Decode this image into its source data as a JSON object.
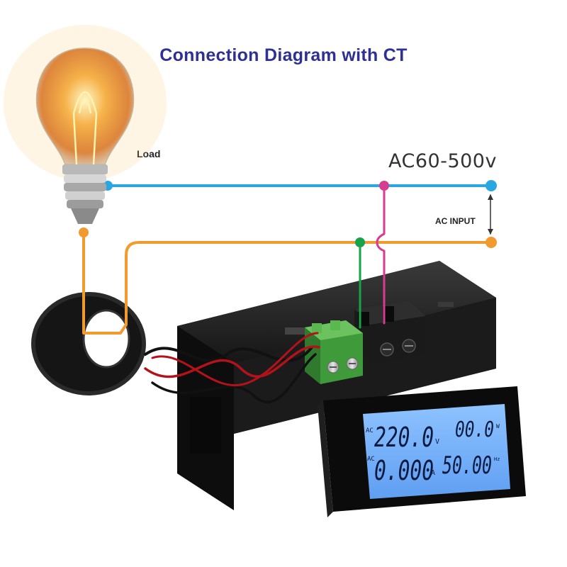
{
  "diagram": {
    "title": "Connection Diagram with CT",
    "load_label": "Load",
    "voltage_range": "AC60-500v",
    "ac_input_label": "AC INPUT"
  },
  "meter_display": {
    "row1": {
      "prefix": "AC",
      "value_left": "220.0",
      "unit_left": "V",
      "value_right": "00.0",
      "unit_right": "W"
    },
    "row2": {
      "prefix": "AC",
      "value_left": "0.000",
      "unit_left": "A",
      "value_right": "50.00",
      "unit_right": "Hz"
    }
  },
  "colors": {
    "title": "#2e3192",
    "live_wire": "#2aa7e0",
    "neutral_wire": "#f29a2e",
    "green_lead": "#16a34a",
    "pink_lead": "#d63c8f",
    "lcd_backlight": "#7bb3ff"
  },
  "icons": [
    "light-bulb-icon",
    "current-transformer-icon",
    "terminal-block-icon"
  ]
}
